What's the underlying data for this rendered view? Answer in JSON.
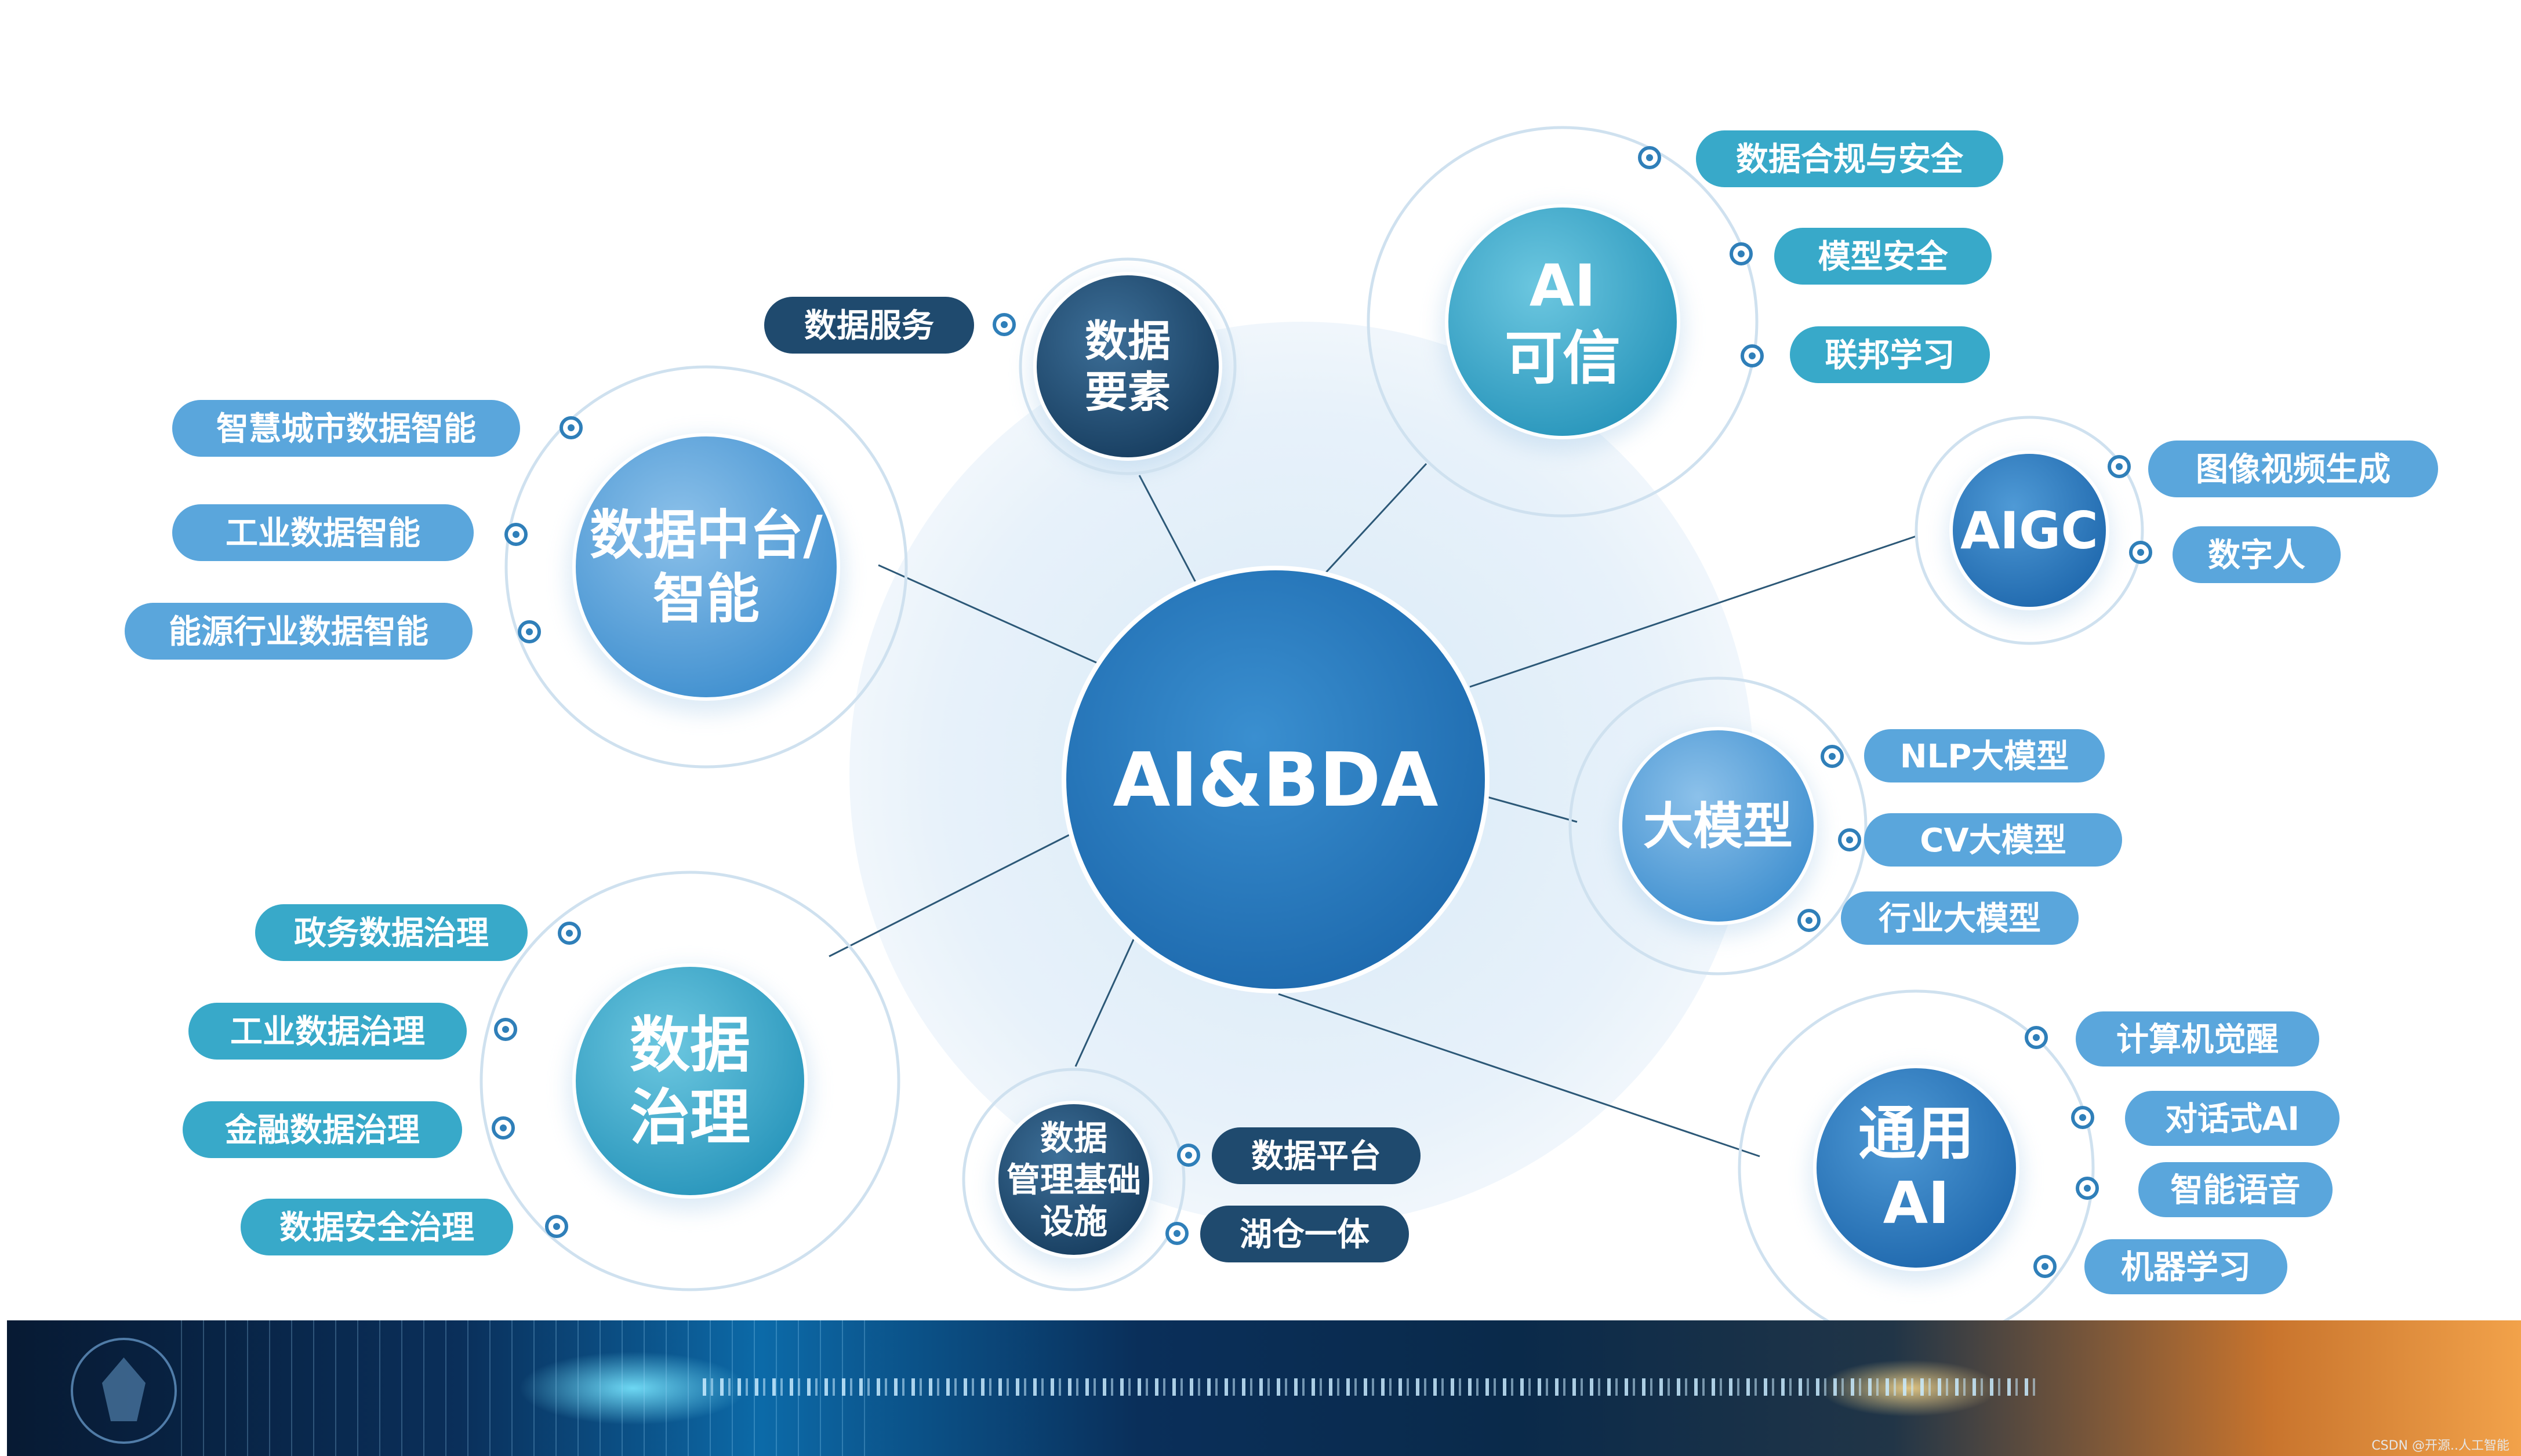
{
  "colors": {
    "dark_navy": "#1f4a6e",
    "mid_blue": "#2f80c4",
    "light_blue": "#5aa6dc",
    "teal": "#2ea4c4",
    "cyan_pill": "#38a9c9",
    "halo": "#dbeaf6"
  },
  "center": {
    "label": "AI&BDA"
  },
  "clusters": [
    {
      "key": "data_elements",
      "label": "数据\n要素",
      "style": "dark",
      "items": [
        "数据服务"
      ]
    },
    {
      "key": "ai_trust",
      "label": "AI\n可信",
      "style": "teal",
      "items": [
        "数据合规与安全",
        "模型安全",
        "联邦学习"
      ]
    },
    {
      "key": "aigc",
      "label": "AIGC",
      "style": "blue",
      "items": [
        "图像视频生成",
        "数字人"
      ]
    },
    {
      "key": "llm",
      "label": "大模型",
      "style": "light",
      "items": [
        "NLP大模型",
        "CV大模型",
        "行业大模型"
      ]
    },
    {
      "key": "general_ai",
      "label": "通用\nAI",
      "style": "blue",
      "items": [
        "计算机觉醒",
        "对话式AI",
        "智能语音",
        "机器学习"
      ]
    },
    {
      "key": "data_infra",
      "label": "数据\n管理基础\n设施",
      "style": "dark",
      "items": [
        "数据平台",
        "湖仓一体"
      ]
    },
    {
      "key": "data_governance",
      "label": "数据\n治理",
      "style": "teal",
      "items": [
        "政务数据治理",
        "工业数据治理",
        "金融数据治理",
        "数据安全治理"
      ]
    },
    {
      "key": "data_platform",
      "label": "数据中台/\n智能",
      "style": "light",
      "items": [
        "智慧城市数据智能",
        "工业数据智能",
        "能源行业数据智能"
      ]
    }
  ],
  "footer": {
    "icon": "circuit-head-icon",
    "watermark": "CSDN @开源..人工智能"
  }
}
